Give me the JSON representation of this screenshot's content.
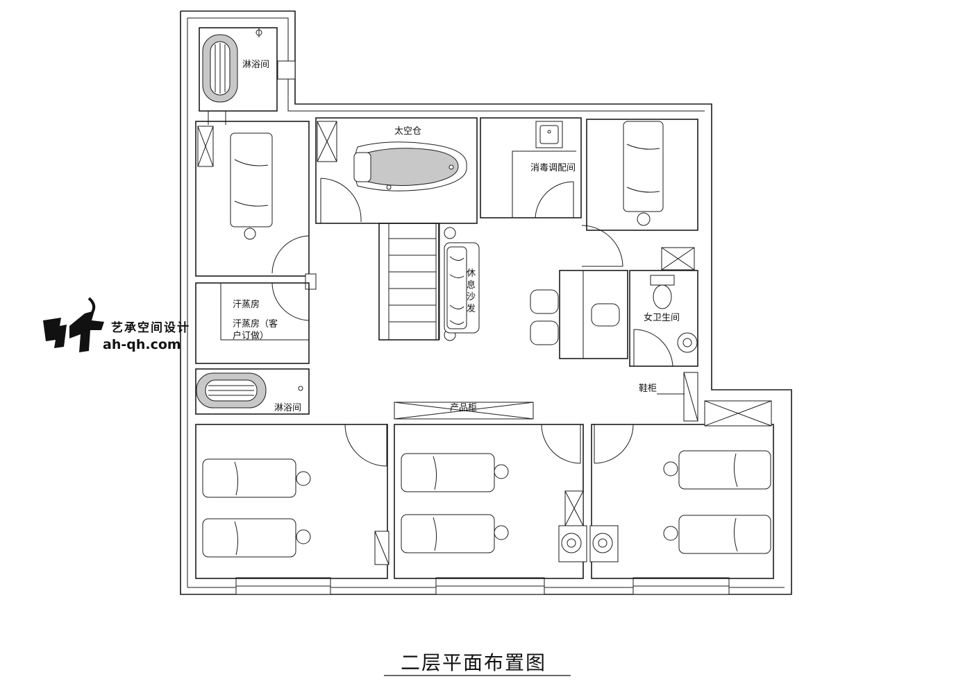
{
  "title": "二层平面布置图",
  "rooms": {
    "shower_top": "淋浴间",
    "space_capsule": "太空仓",
    "disinfection": "消毒调配间",
    "rest_sofa": [
      "休",
      "息",
      "沙",
      "发"
    ],
    "sauna": "汗蒸房",
    "sauna_note": [
      "汗蒸房（客",
      "户订做）"
    ],
    "female_wc": "女卫生间",
    "shoe_cabinet": "鞋柜",
    "shower_bottom": "淋浴间",
    "product_cabinet": "产品柜"
  },
  "logo": {
    "name": "艺承空间设计",
    "url": "ah-qh.com"
  }
}
